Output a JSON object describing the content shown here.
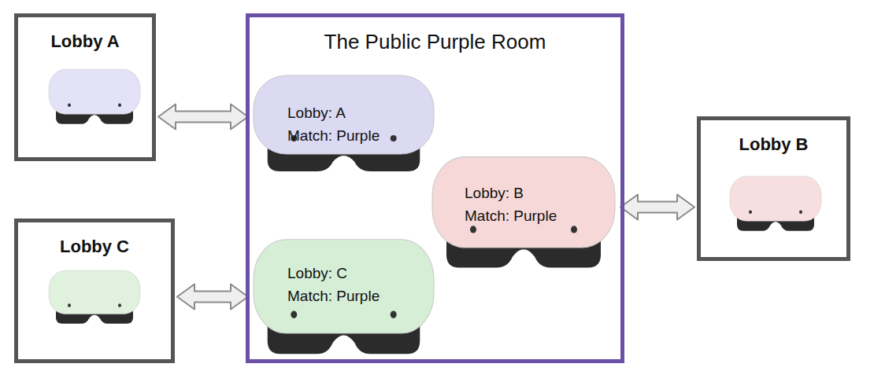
{
  "diagram": {
    "nodes": [
      {
        "text": [
          "Lobby A"
        ]
      },
      {
        "text": [
          "The Public Purple Room"
        ]
      },
      {
        "text": [
          "Lobby: A",
          "Match: Purple"
        ],
        "in": 1
      },
      {
        "text": [
          "Lobby: B",
          "Match: Purple"
        ],
        "in": 1
      },
      {
        "text": [
          "Lobby: C",
          "Match: Purple"
        ],
        "in": 1
      },
      {
        "text": [
          "Lobby B"
        ]
      },
      {
        "text": [
          "Lobby C"
        ]
      }
    ],
    "edges": [
      {
        "from": 0,
        "to": 2,
        "arrow": "both"
      },
      {
        "from": 5,
        "to": 3,
        "arrow": "both"
      },
      {
        "from": 6,
        "to": 4,
        "arrow": "both"
      }
    ]
  }
}
